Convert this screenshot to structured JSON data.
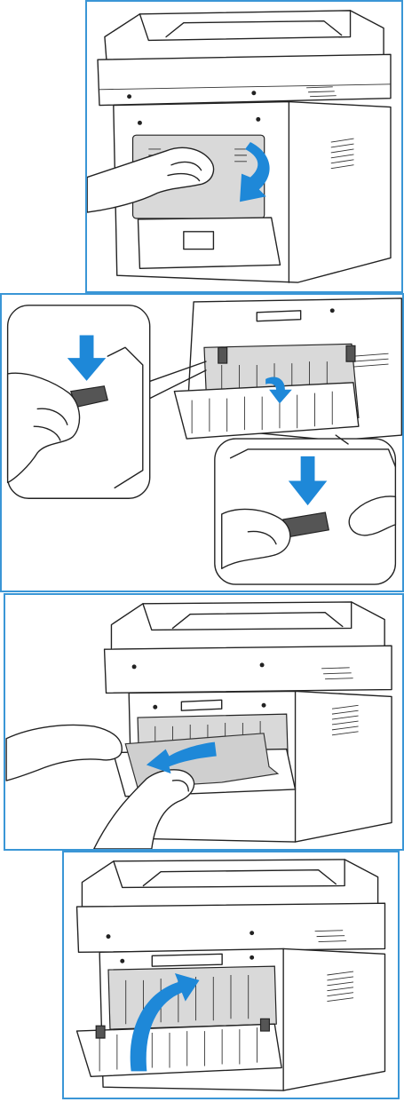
{
  "figure": {
    "accent_color": "#3a96d6",
    "arrow_color": "#1e88d8",
    "steps": [
      {
        "id": 1,
        "icon": "curved-arrow-down-icon"
      },
      {
        "id": 2,
        "icon": "straight-arrow-down-icon"
      },
      {
        "id": 3,
        "icon": "straight-arrow-left-icon"
      },
      {
        "id": 4,
        "icon": "curved-arrow-up-icon"
      }
    ]
  }
}
